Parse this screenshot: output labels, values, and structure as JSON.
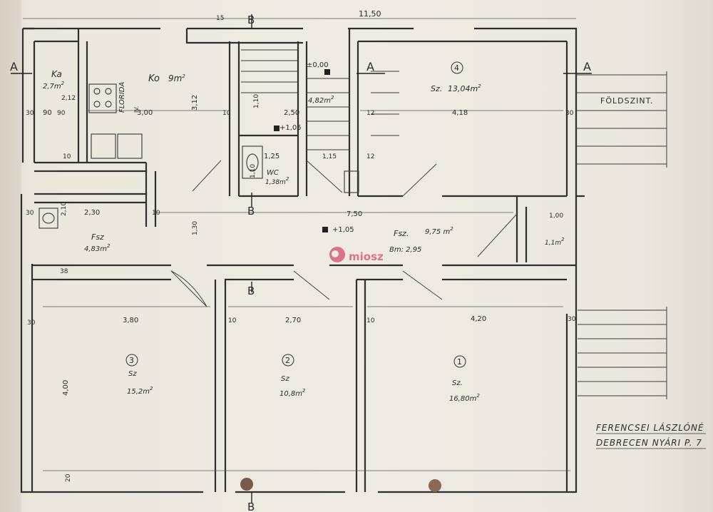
{
  "section_marks": {
    "a_left": "A",
    "a_mid": "A",
    "a_right": "A",
    "b_top": "B",
    "b_mid1": "B",
    "b_mid2": "B",
    "b_bottom": "B"
  },
  "top_dimension": "11,50",
  "wall_dimension_top": "15",
  "rooms": {
    "ka": {
      "name": "Ka",
      "area": "2,7m",
      "width": "90",
      "depth": "2,12"
    },
    "ko": {
      "name": "Ko",
      "area": "9m",
      "width": "3,00",
      "depth": "3,12",
      "note": "FLORIDA",
      "note2": "IV."
    },
    "stair": {
      "level": "±0,00",
      "area": "4,82m",
      "dim": "1,10"
    },
    "lobby": {
      "width": "2,50",
      "level": "+1,05"
    },
    "wc": {
      "name": "WC",
      "area": "1,38m",
      "width": "1,25",
      "depth": "1,10"
    },
    "room4": {
      "num": "4",
      "name": "Sz.",
      "area": "13,04m",
      "width": "4,18"
    },
    "bath": {
      "width": "2,30",
      "depth": "2,10"
    },
    "fsz_small": {
      "name": "Fsz",
      "area": "4,83m"
    },
    "fsz_main": {
      "name": "Fsz.",
      "area": "9,75 m",
      "height": "Bm: 2,95",
      "level": "+1,05",
      "width": "7,50"
    },
    "small_right": {
      "area": "1,1m",
      "dim": "1,00"
    },
    "room3": {
      "num": "3",
      "name": "Sz",
      "area": "15,2m",
      "width": "3,80",
      "depth": "4,00"
    },
    "room2": {
      "num": "2",
      "name": "Sz",
      "area": "10,8m",
      "width": "2,70"
    },
    "room1": {
      "num": "1",
      "name": "Sz.",
      "area": "16,80m",
      "width": "4,20"
    }
  },
  "wall_labels": {
    "w30a": "30",
    "w30b": "30",
    "w30c": "30",
    "w30d": "30",
    "w30e": "30",
    "w38": "38",
    "w20": "20",
    "w10a": "10",
    "w10b": "10",
    "w10c": "10",
    "w10d": "10",
    "w10e": "10",
    "w12a": "12",
    "w12b": "12",
    "w130": "1,30",
    "w115": "1,15",
    "w90": "90"
  },
  "exterior_label": "FÖLDSZINT.",
  "owner_line1": "FERENCSEI LÁSZLÓNÉ",
  "owner_line2": "DEBRECEN NYÁRI P. 7",
  "watermark": "miosz",
  "sup": "2"
}
